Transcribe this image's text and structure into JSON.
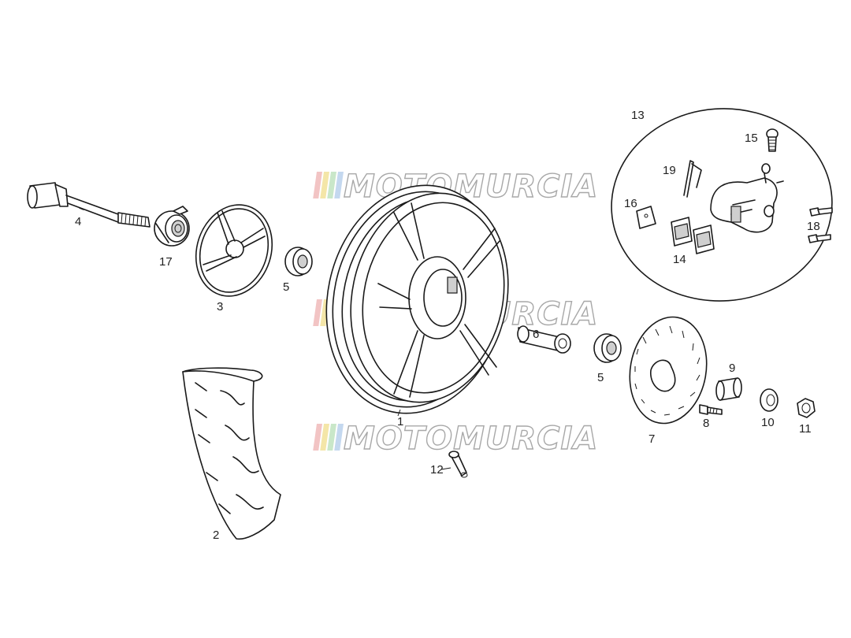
{
  "watermark": {
    "text": "MOTOMURCIA",
    "colors": [
      "#f2c4c4",
      "#f4e6a8",
      "#c9e7c9",
      "#c4d8ef"
    ]
  },
  "callouts": {
    "c1": "1",
    "c2": "2",
    "c3": "3",
    "c4": "4",
    "c5a": "5",
    "c5b": "5",
    "c6": "6",
    "c7": "7",
    "c8": "8",
    "c9": "9",
    "c10": "10",
    "c11": "11",
    "c12": "12",
    "c13": "13",
    "c14": "14",
    "c15": "15",
    "c16": "16",
    "c17": "17",
    "c18": "18",
    "c19": "19"
  }
}
